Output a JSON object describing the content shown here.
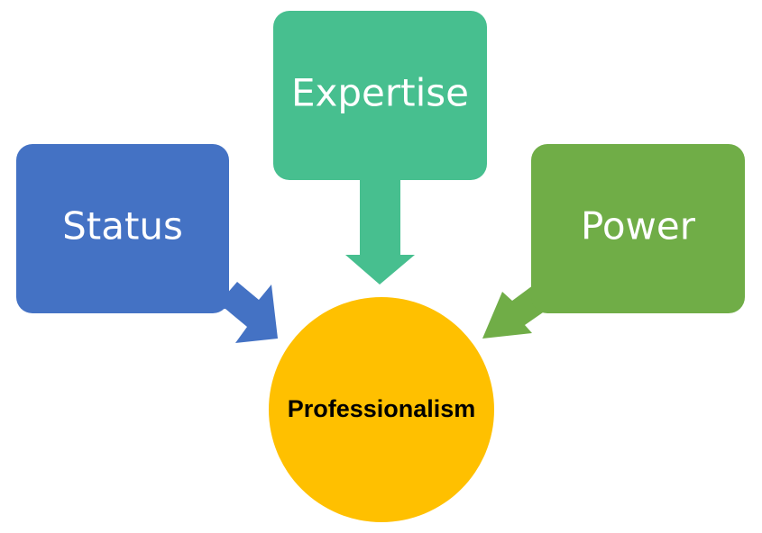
{
  "diagram": {
    "center": {
      "label": "Professionalism",
      "color": "#FFC000"
    },
    "boxes": [
      {
        "id": "expertise",
        "label": "Expertise",
        "color": "#47BF8F"
      },
      {
        "id": "status",
        "label": "Status",
        "color": "#4472C4"
      },
      {
        "id": "power",
        "label": "Power",
        "color": "#70AD47"
      }
    ]
  }
}
